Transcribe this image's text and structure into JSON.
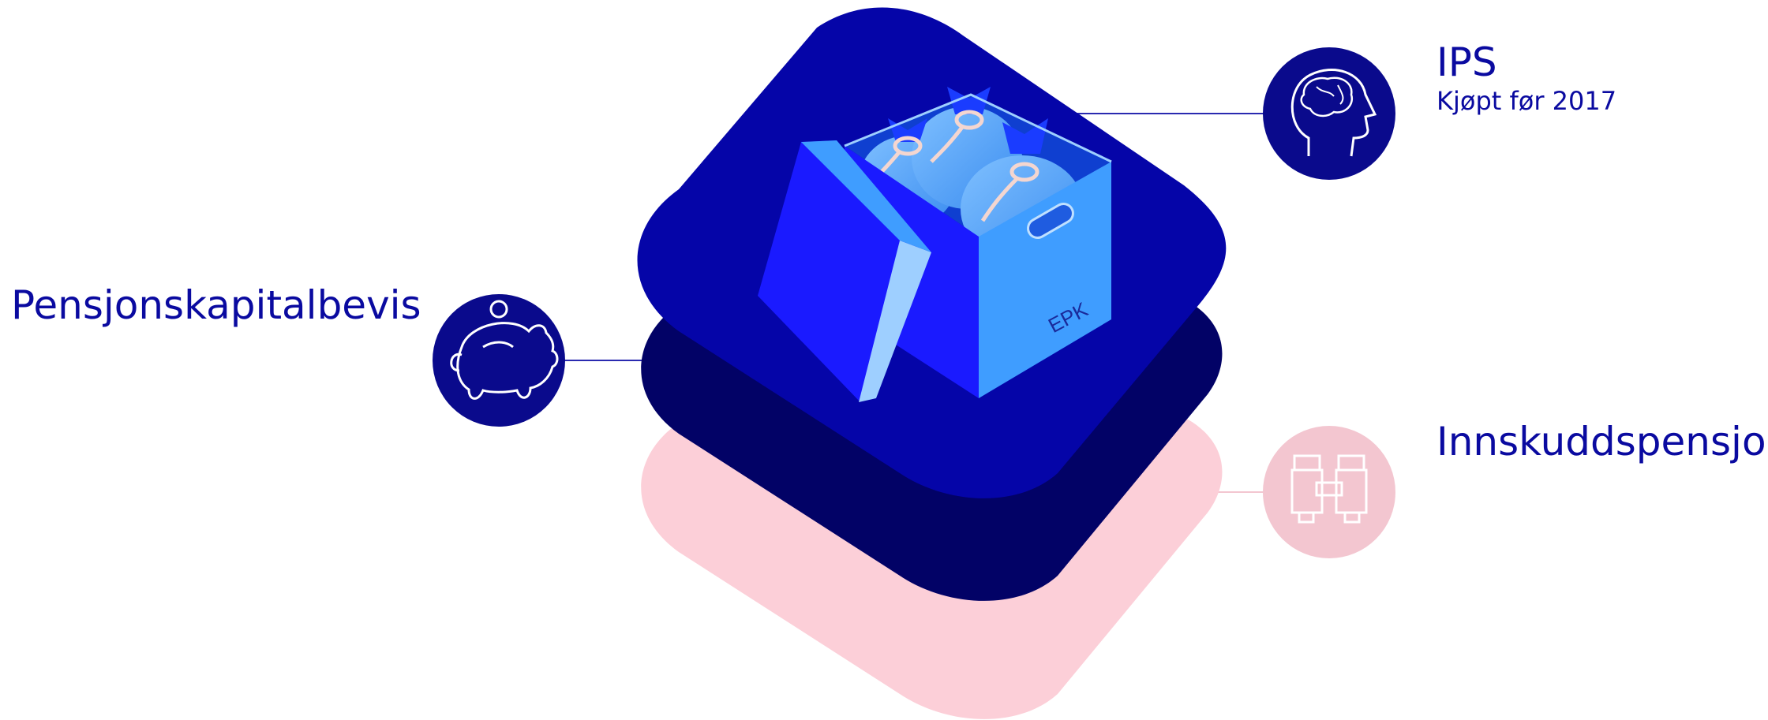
{
  "diagram": {
    "labels": {
      "ips_title": "IPS",
      "ips_subtitle": "Kjøpt før 2017",
      "pensjonskapitalbevis": "Pensjonskapitalbevis",
      "innskuddspensjon": "Innskuddspensjon"
    },
    "box_label": "EPK",
    "layers": [
      {
        "name": "top-layer",
        "color": "#0505a8"
      },
      {
        "name": "middle-layer",
        "color": "#020266"
      },
      {
        "name": "bottom-layer",
        "color": "#fccfd8"
      }
    ],
    "icons": [
      {
        "name": "brain-head-icon",
        "color": "#0a0a8c"
      },
      {
        "name": "piggy-bank-icon",
        "color": "#0a0a8c"
      },
      {
        "name": "binoculars-icon",
        "color": "#f3c6d0"
      }
    ],
    "colors": {
      "text": "#0a0aa0",
      "box_light": "#3f9dff",
      "box_mid": "#1a4dff",
      "lid_highlight": "#9ecfff"
    }
  }
}
